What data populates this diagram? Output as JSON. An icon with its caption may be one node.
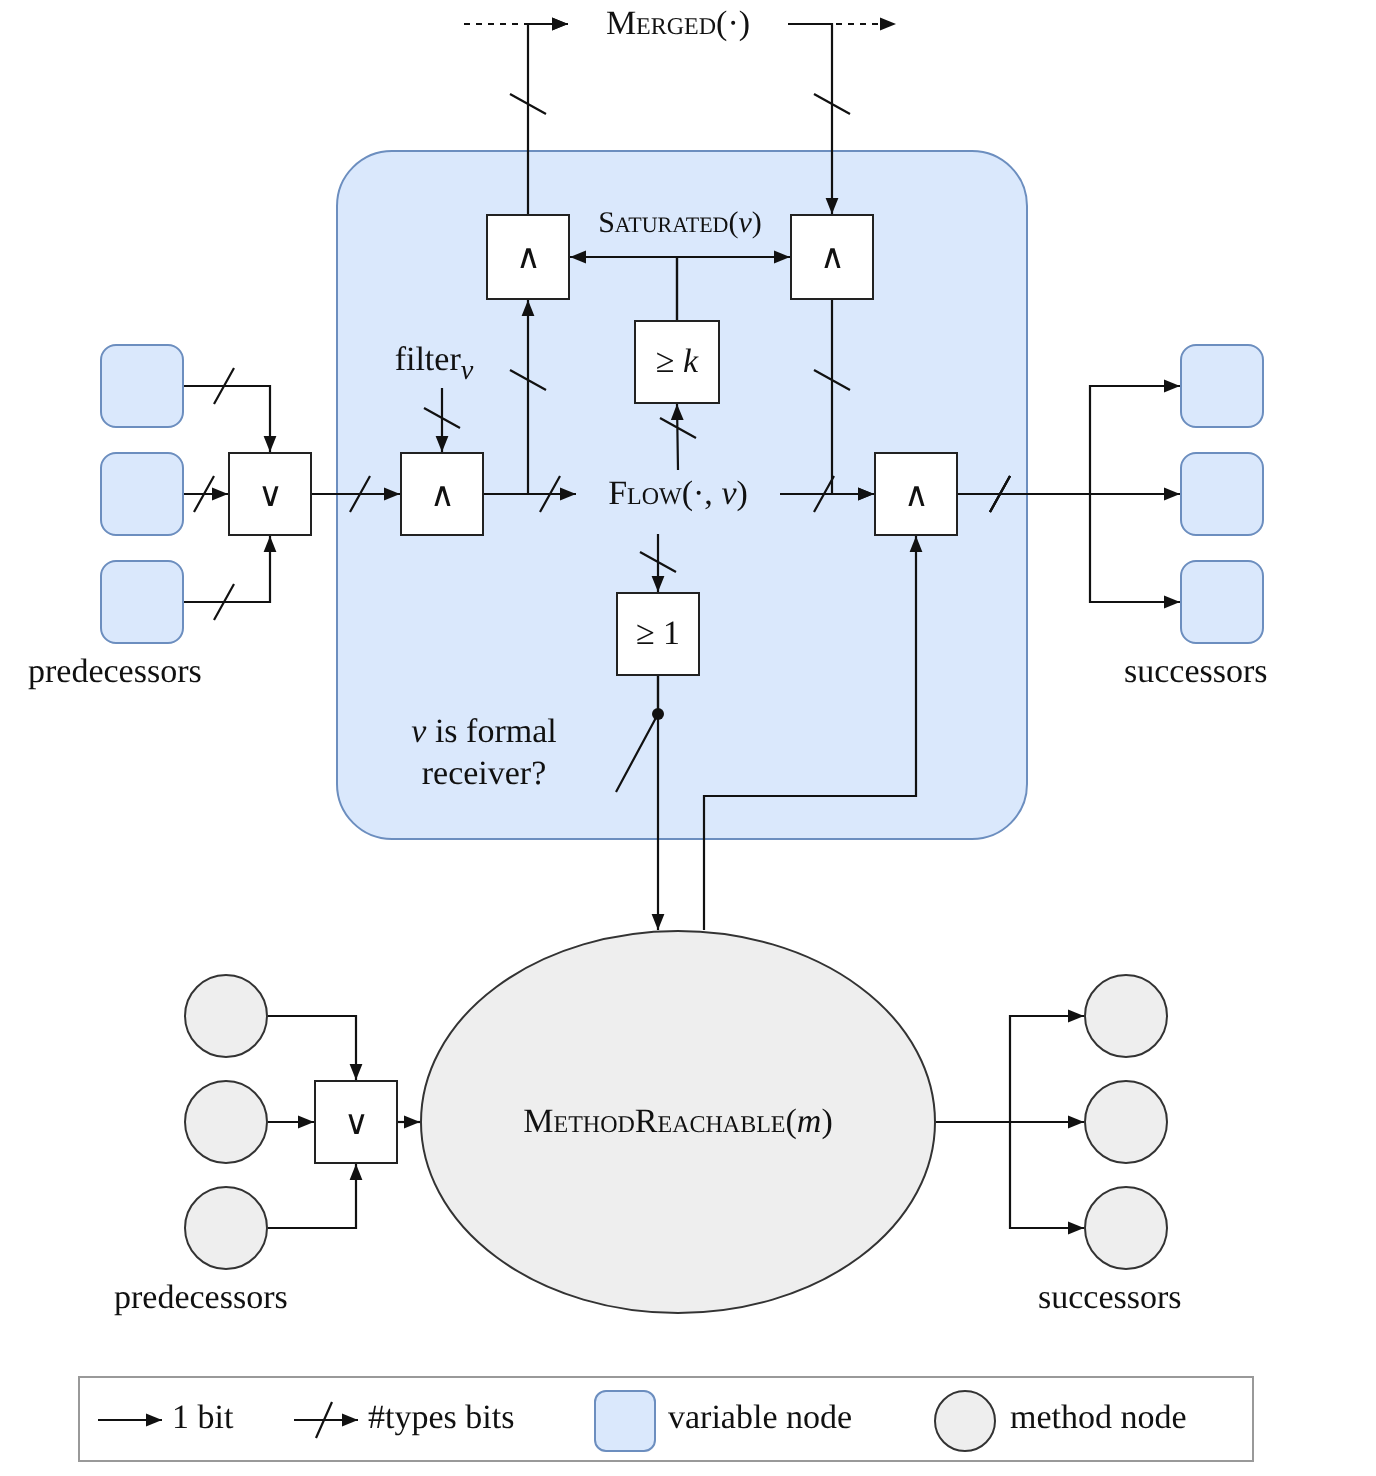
{
  "diagram": {
    "nodes": [
      {
        "text": [
          "Merged(·)"
        ]
      },
      {
        "text": [],
        "shape": "box"
      },
      {
        "text": [
          "∧"
        ],
        "in": 1
      },
      {
        "text": [
          "Saturated(*v*)"
        ],
        "in": 1
      },
      {
        "text": [
          "∧"
        ],
        "in": 1
      },
      {
        "text": [
          "≥ *k*"
        ],
        "in": 1
      },
      {
        "text": [
          "filter$_{v}$"
        ],
        "in": 1
      },
      {
        "text": [],
        "shape": "box"
      },
      {
        "text": [],
        "shape": "box"
      },
      {
        "text": [],
        "shape": "box"
      },
      {
        "text": [
          "∨"
        ]
      },
      {
        "text": [
          "∧"
        ],
        "in": 1
      },
      {
        "text": [
          "Flow(·, *v*)"
        ],
        "in": 1
      },
      {
        "text": [
          "∧"
        ],
        "in": 1
      },
      {
        "text": [],
        "shape": "box"
      },
      {
        "text": [],
        "shape": "box"
      },
      {
        "text": [],
        "shape": "box"
      },
      {
        "text": [
          "≥ 1"
        ],
        "in": 1
      },
      {
        "text": [
          "*v* is formal receiver?"
        ],
        "in": 1
      },
      {
        "text": [
          "MethodReachable(*m*)"
        ]
      },
      {
        "text": [],
        "shape": "circle"
      },
      {
        "text": [],
        "shape": "circle"
      },
      {
        "text": [],
        "shape": "circle"
      },
      {
        "text": [
          "∨"
        ]
      },
      {
        "text": [],
        "shape": "circle"
      },
      {
        "text": [],
        "shape": "circle"
      },
      {
        "text": [],
        "shape": "circle"
      }
    ],
    "edges": [
      {
        "from": null,
        "to": 0,
        "arrow": "to",
        "style": "dashed"
      },
      {
        "from": 0,
        "to": null,
        "arrow": "to",
        "style": "dashed"
      },
      {
        "from": 2,
        "to": 0,
        "arrow": "to"
      },
      {
        "from": 0,
        "to": 4,
        "arrow": "to"
      },
      {
        "from": 5,
        "to": 2,
        "arrow": "to"
      },
      {
        "from": 5,
        "to": 4,
        "arrow": "to"
      },
      {
        "from": 11,
        "to": 2,
        "arrow": "to"
      },
      {
        "from": 11,
        "to": 12,
        "arrow": "to"
      },
      {
        "from": 6,
        "to": 11,
        "arrow": "to"
      },
      {
        "from": 12,
        "to": 5,
        "arrow": "to"
      },
      {
        "from": 7,
        "to": 10,
        "arrow": "to"
      },
      {
        "from": 8,
        "to": 10,
        "arrow": "to"
      },
      {
        "from": 9,
        "to": 10,
        "arrow": "to"
      },
      {
        "from": 10,
        "to": 11,
        "arrow": "to"
      },
      {
        "from": 12,
        "to": 13,
        "arrow": "to"
      },
      {
        "from": 4,
        "to": 13,
        "arrow": "to"
      },
      {
        "from": 13,
        "to": 14,
        "arrow": "to"
      },
      {
        "from": 13,
        "to": 15,
        "arrow": "to"
      },
      {
        "from": 13,
        "to": 16,
        "arrow": "to"
      },
      {
        "from": 12,
        "to": 17,
        "arrow": "to"
      },
      {
        "from": 17,
        "to": 19,
        "arrow": "to"
      },
      {
        "from": 18,
        "to": 17,
        "arrow": "none"
      },
      {
        "from": 19,
        "to": 13,
        "arrow": "to"
      },
      {
        "from": 20,
        "to": 23,
        "arrow": "to"
      },
      {
        "from": 21,
        "to": 23,
        "arrow": "to"
      },
      {
        "from": 22,
        "to": 23,
        "arrow": "to"
      },
      {
        "from": 23,
        "to": 19,
        "arrow": "to"
      },
      {
        "from": 19,
        "to": 24,
        "arrow": "to"
      },
      {
        "from": 19,
        "to": 25,
        "arrow": "to"
      },
      {
        "from": 19,
        "to": 26,
        "arrow": "to"
      }
    ],
    "labels": [
      "predecessors",
      "successors",
      "predecessors",
      "successors"
    ],
    "legend": [
      {
        "text": "1 bit"
      },
      {
        "text": "#types bits"
      },
      {
        "text": "variable node",
        "color": "#dae8fc"
      },
      {
        "text": "method node",
        "color": "#eeeeee"
      }
    ]
  }
}
